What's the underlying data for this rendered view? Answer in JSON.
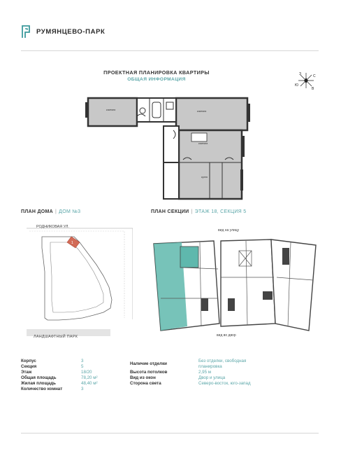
{
  "brand": {
    "name": "РУМЯНЦЕВО-ПАРК"
  },
  "title": {
    "main": "ПРОЕКТНАЯ ПЛАНИРОВКА КВАРТИРЫ",
    "sub": "ОБЩАЯ ИНФОРМАЦИЯ"
  },
  "compass": {
    "n": "С",
    "s": "Ю",
    "w": "З",
    "e": "В"
  },
  "house_plan": {
    "title": "ПЛАН ДОМА",
    "subtitle": "ДОМ №3",
    "street": "РОДНИКОВАЯ УЛ.",
    "park": "ЛАНДШАФТНЫЙ ПАРК",
    "marker": "1"
  },
  "section_plan": {
    "title": "ПЛАН СЕКЦИИ",
    "subtitle": "ЭТАЖ 18, СЕКЦИЯ 5",
    "view_street": "вид на улицу",
    "view_yard": "вид во двор"
  },
  "specs_left": [
    {
      "label": "Корпус",
      "value": "3"
    },
    {
      "label": "Секция",
      "value": "5"
    },
    {
      "label": "Этаж",
      "value": "18/20"
    },
    {
      "label": "Общая площадь",
      "value": "78,20 м²"
    },
    {
      "label": "Жилая площадь",
      "value": "48,40 м²"
    },
    {
      "label": "Количество комнат",
      "value": "3"
    }
  ],
  "specs_right": [
    {
      "label": "Наличие отделки",
      "value": "Без отделки, свободная планировка"
    },
    {
      "label": "Высота потолков",
      "value": "2,95 м"
    },
    {
      "label": "Вид из окон",
      "value": "Двор и улица"
    },
    {
      "label": "Сторона света",
      "value": "Северо-восток, юго-запад"
    }
  ]
}
